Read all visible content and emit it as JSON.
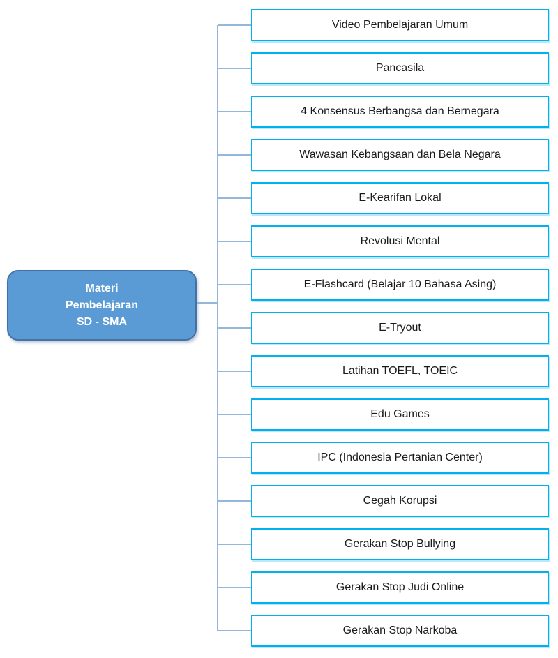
{
  "diagram": {
    "root": {
      "label": "Materi\nPembelajaran\nSD - SMA"
    },
    "items": [
      {
        "label": "Video Pembelajaran Umum"
      },
      {
        "label": "Pancasila"
      },
      {
        "label": "4 Konsensus Berbangsa dan Bernegara"
      },
      {
        "label": "Wawasan Kebangsaan dan Bela Negara"
      },
      {
        "label": "E-Kearifan Lokal"
      },
      {
        "label": "Revolusi Mental"
      },
      {
        "label": "E-Flashcard (Belajar 10 Bahasa Asing)"
      },
      {
        "label": "E-Tryout"
      },
      {
        "label": "Latihan TOEFL, TOEIC"
      },
      {
        "label": "Edu Games"
      },
      {
        "label": "IPC (Indonesia Pertanian Center)"
      },
      {
        "label": "Cegah Korupsi"
      },
      {
        "label": "Gerakan Stop Bullying"
      },
      {
        "label": "Gerakan Stop Judi Online"
      },
      {
        "label": "Gerakan Stop Narkoba"
      }
    ],
    "colors": {
      "root_fill": "#5B9BD5",
      "root_border": "#4472A8",
      "root_text": "#FFFFFF",
      "item_border": "#00B0F0",
      "item_fill": "#FFFFFF",
      "item_text": "#1A1A1A",
      "connector": "#95B7DC"
    }
  }
}
